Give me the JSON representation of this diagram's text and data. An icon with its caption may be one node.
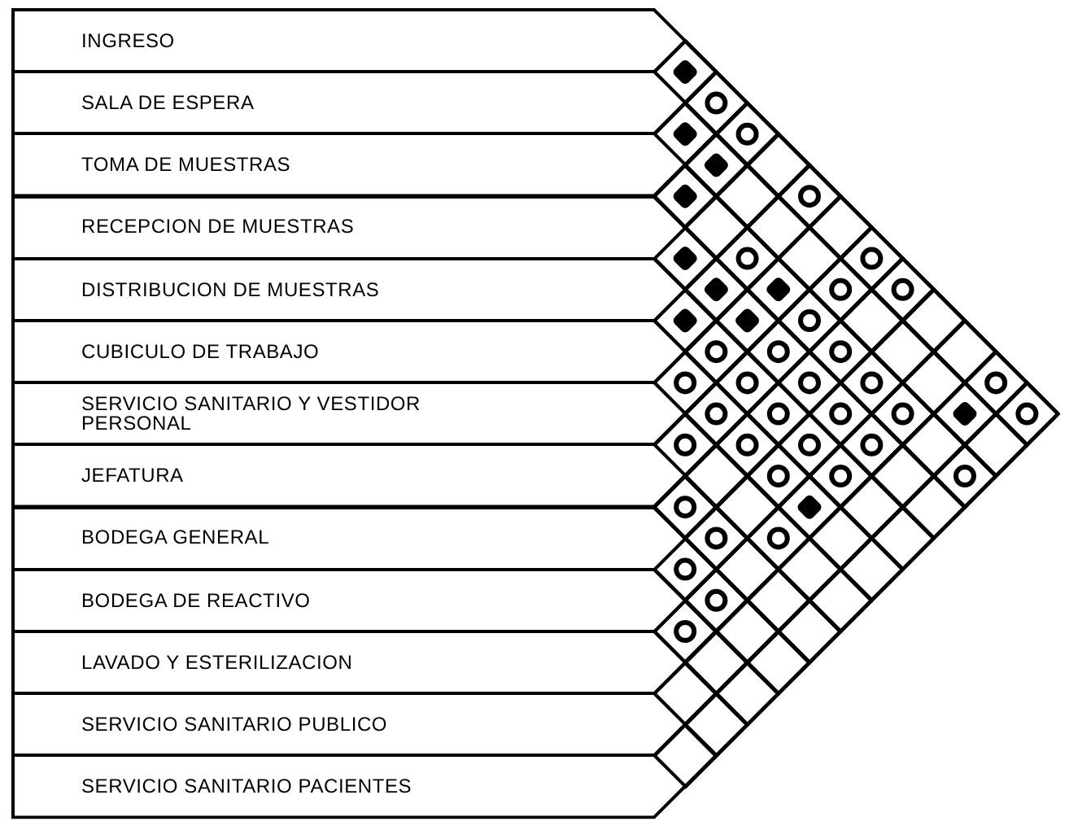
{
  "diagram": {
    "nodes": [
      {
        "text": [
          "INGRESO"
        ]
      },
      {
        "text": [
          "SALA DE ESPERA"
        ]
      },
      {
        "text": [
          "TOMA DE MUESTRAS"
        ]
      },
      {
        "text": [
          "RECEPCION DE MUESTRAS"
        ]
      },
      {
        "text": [
          "DISTRIBUCION DE MUESTRAS"
        ]
      },
      {
        "text": [
          "CUBICULO DE TRABAJO"
        ]
      },
      {
        "text": [
          "SERVICIO SANITARIO Y VESTIDOR PERSONAL"
        ]
      },
      {
        "text": [
          "JEFATURA"
        ]
      },
      {
        "text": [
          "BODEGA GENERAL"
        ]
      },
      {
        "text": [
          "BODEGA DE REACTIVO"
        ]
      },
      {
        "text": [
          "LAVADO Y ESTERILIZACION"
        ]
      },
      {
        "text": [
          "SERVICIO SANITARIO PUBLICO"
        ]
      },
      {
        "text": [
          "SERVICIO SANITARIO PACIENTES"
        ]
      }
    ]
  }
}
